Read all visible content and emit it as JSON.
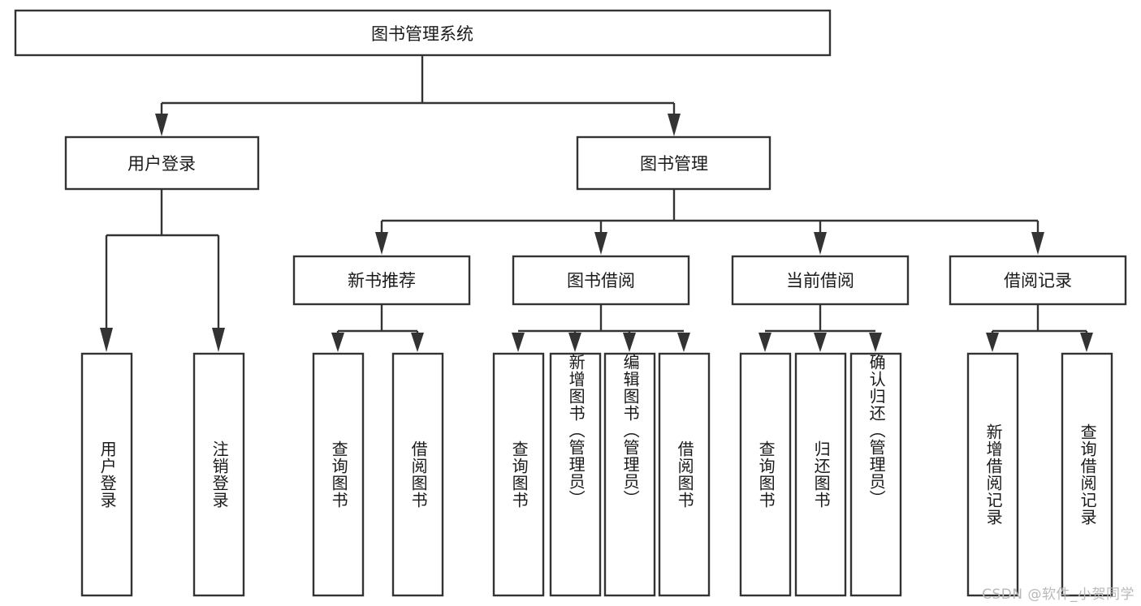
{
  "diagram": {
    "type": "tree-hierarchy",
    "title": "图书管理系统",
    "watermark": "CSDN @软件_小贺同学",
    "colors": {
      "stroke": "#333333",
      "fill": "#ffffff",
      "text": "#1a1a1a",
      "watermark": "#b9b9b9",
      "background": "#ffffff"
    },
    "levels": {
      "root": "图书管理系统",
      "level2": [
        "用户登录",
        "图书管理"
      ],
      "level3": [
        "新书推荐",
        "图书借阅",
        "当前借阅",
        "借阅记录"
      ]
    },
    "nodes": {
      "root": {
        "label": "图书管理系统",
        "orientation": "horizontal"
      },
      "user_login": {
        "label": "用户登录",
        "orientation": "horizontal"
      },
      "book_manage": {
        "label": "图书管理",
        "orientation": "horizontal"
      },
      "new_book_rec": {
        "label": "新书推荐",
        "orientation": "horizontal"
      },
      "book_borrow": {
        "label": "图书借阅",
        "orientation": "horizontal"
      },
      "current_borrow": {
        "label": "当前借阅",
        "orientation": "horizontal"
      },
      "borrow_record": {
        "label": "借阅记录",
        "orientation": "horizontal"
      },
      "leaf_user_login": {
        "label": "用户登录",
        "orientation": "vertical"
      },
      "leaf_logout": {
        "label": "注销登录",
        "orientation": "vertical"
      },
      "leaf_query_book_1": {
        "label": "查询图书",
        "orientation": "vertical"
      },
      "leaf_borrow_book_1": {
        "label": "借阅图书",
        "orientation": "vertical"
      },
      "leaf_query_book_2": {
        "label": "查询图书",
        "orientation": "vertical"
      },
      "leaf_add_book": {
        "label": "新增图书（管理员）",
        "orientation": "vertical"
      },
      "leaf_edit_book": {
        "label": "编辑图书（管理员）",
        "orientation": "vertical"
      },
      "leaf_borrow_book_2": {
        "label": "借阅图书",
        "orientation": "vertical"
      },
      "leaf_query_book_3": {
        "label": "查询图书",
        "orientation": "vertical"
      },
      "leaf_return_book": {
        "label": "归还图书",
        "orientation": "vertical"
      },
      "leaf_confirm_return": {
        "label": "确认归还（管理员）",
        "orientation": "vertical"
      },
      "leaf_add_record": {
        "label": "新增借阅记录",
        "orientation": "vertical"
      },
      "leaf_query_record": {
        "label": "查询借阅记录",
        "orientation": "vertical"
      }
    },
    "edges": [
      {
        "from": "图书管理系统",
        "to": "用户登录"
      },
      {
        "from": "图书管理系统",
        "to": "图书管理"
      },
      {
        "from": "用户登录",
        "to": "用户登录"
      },
      {
        "from": "用户登录",
        "to": "注销登录"
      },
      {
        "from": "图书管理",
        "to": "新书推荐"
      },
      {
        "from": "图书管理",
        "to": "图书借阅"
      },
      {
        "from": "图书管理",
        "to": "当前借阅"
      },
      {
        "from": "图书管理",
        "to": "借阅记录"
      },
      {
        "from": "新书推荐",
        "to": "查询图书"
      },
      {
        "from": "新书推荐",
        "to": "借阅图书"
      },
      {
        "from": "图书借阅",
        "to": "查询图书"
      },
      {
        "from": "图书借阅",
        "to": "新增图书（管理员）"
      },
      {
        "from": "图书借阅",
        "to": "编辑图书（管理员）"
      },
      {
        "from": "图书借阅",
        "to": "借阅图书"
      },
      {
        "from": "当前借阅",
        "to": "查询图书"
      },
      {
        "from": "当前借阅",
        "to": "归还图书"
      },
      {
        "from": "当前借阅",
        "to": "确认归还（管理员）"
      },
      {
        "from": "借阅记录",
        "to": "新增借阅记录"
      },
      {
        "from": "借阅记录",
        "to": "查询借阅记录"
      }
    ]
  }
}
